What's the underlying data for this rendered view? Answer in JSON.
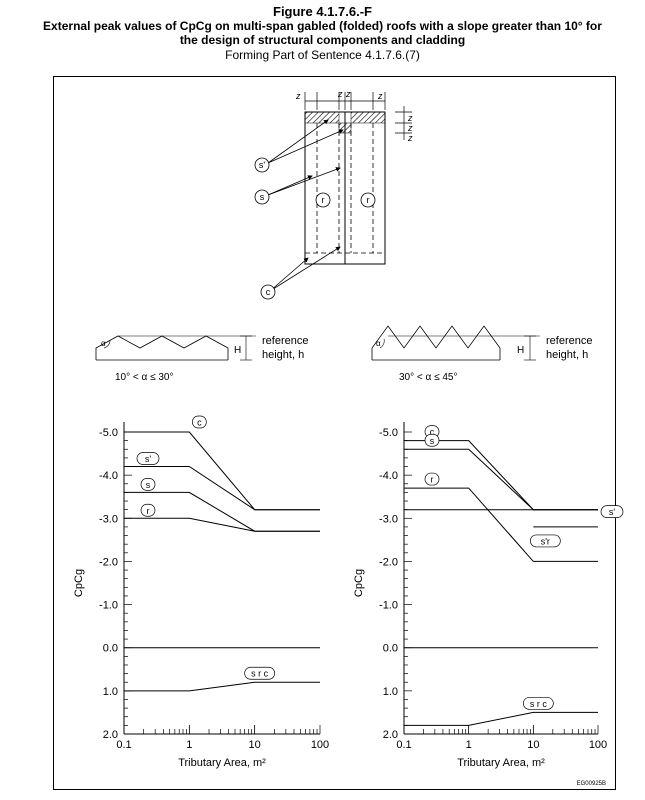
{
  "header": {
    "figure_number": "Figure 4.1.7.6.-F",
    "title_line1": "External peak values of CpCg on multi-span gabled (folded) roofs with a slope greater than 10° for",
    "title_line2": "the design of structural components and cladding",
    "subtitle": "Forming Part of Sentence 4.1.7.6.(7)"
  },
  "plan_diagram": {
    "dim_labels": [
      "z",
      "z",
      "z",
      "z",
      "z",
      "z",
      "z"
    ],
    "zone_labels": [
      "s'",
      "s",
      "r",
      "r",
      "c"
    ]
  },
  "profiles": [
    {
      "ref_label_line1": "reference",
      "ref_label_line2": "height, h",
      "H_label": "H",
      "alpha_label": "α",
      "range": "10° < α ≤ 30°"
    },
    {
      "ref_label_line1": "reference",
      "ref_label_line2": "height, h",
      "H_label": "H",
      "alpha_label": "α",
      "range": "30° < α ≤ 45°"
    }
  ],
  "chart_data": [
    {
      "type": "line",
      "xscale": "log",
      "xlim": [
        0.1,
        100
      ],
      "ylim": [
        -5.0,
        2.0
      ],
      "y_inverted": true,
      "xticks": [
        "0.1",
        "1",
        "10",
        "100"
      ],
      "yticks": [
        "-5.0",
        "-4.0",
        "-3.0",
        "-2.0",
        "-1.0",
        "0.0",
        "1.0",
        "2.0"
      ],
      "xlabel": "Tributary Area, m²",
      "ylabel": "CpCg",
      "series": [
        {
          "name": "c",
          "x": [
            0.1,
            1,
            10,
            100
          ],
          "y": [
            -5.0,
            -5.0,
            -3.2,
            -3.2
          ]
        },
        {
          "name": "s'",
          "x": [
            0.1,
            1,
            10,
            100
          ],
          "y": [
            -4.2,
            -4.2,
            -3.2,
            -3.2
          ]
        },
        {
          "name": "s",
          "x": [
            0.1,
            1,
            10,
            100
          ],
          "y": [
            -3.6,
            -3.6,
            -2.7,
            -2.7
          ]
        },
        {
          "name": "r",
          "x": [
            0.1,
            1,
            10,
            100
          ],
          "y": [
            -3.0,
            -3.0,
            -2.7,
            -2.7
          ]
        },
        {
          "name": "s r c",
          "x": [
            0.1,
            1,
            10,
            100
          ],
          "y": [
            1.0,
            1.0,
            0.8,
            0.8
          ]
        },
        {
          "name": "zero",
          "x": [
            0.1,
            100
          ],
          "y": [
            0.0,
            0.0
          ]
        }
      ]
    },
    {
      "type": "line",
      "xscale": "log",
      "xlim": [
        0.1,
        100
      ],
      "ylim": [
        -5.0,
        2.0
      ],
      "y_inverted": true,
      "xticks": [
        "0.1",
        "1",
        "10",
        "100"
      ],
      "yticks": [
        "-5.0",
        "-4.0",
        "-3.0",
        "-2.0",
        "-1.0",
        "0.0",
        "1.0",
        "2.0"
      ],
      "xlabel": "Tributary Area, m²",
      "ylabel": "CpCg",
      "series": [
        {
          "name": "c",
          "x": [
            0.1,
            1,
            10,
            100
          ],
          "y": [
            -4.8,
            -4.8,
            -3.2,
            -3.2
          ]
        },
        {
          "name": "s",
          "x": [
            0.1,
            1,
            10,
            100
          ],
          "y": [
            -4.6,
            -4.6,
            -3.2,
            -3.2
          ]
        },
        {
          "name": "s'",
          "x": [
            0.1,
            10,
            100
          ],
          "y": [
            -3.2,
            -3.2,
            -3.2
          ]
        },
        {
          "name": "r",
          "x": [
            0.1,
            1,
            10,
            100
          ],
          "y": [
            -3.7,
            -3.7,
            -2.0,
            -2.0
          ]
        },
        {
          "name": "s'r",
          "x": [
            10,
            100
          ],
          "y": [
            -2.8,
            -2.8
          ]
        },
        {
          "name": "s r c",
          "x": [
            0.1,
            1,
            10,
            100
          ],
          "y": [
            1.8,
            1.8,
            1.5,
            1.5
          ]
        },
        {
          "name": "zero",
          "x": [
            0.1,
            100
          ],
          "y": [
            0.0,
            0.0
          ]
        }
      ]
    }
  ],
  "footer": {
    "code": "EG00925B"
  }
}
